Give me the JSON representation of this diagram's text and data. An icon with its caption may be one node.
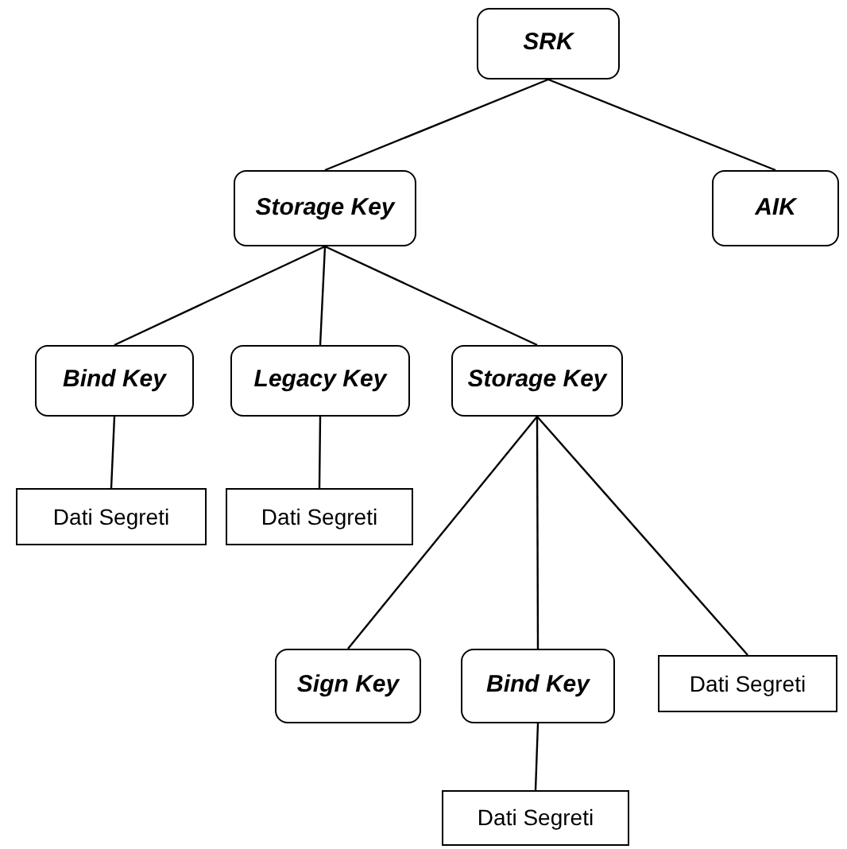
{
  "diagram": {
    "nodes": [
      {
        "text": [
          "SRK"
        ]
      },
      {
        "text": [
          "Storage Key"
        ]
      },
      {
        "text": [
          "AIK"
        ]
      },
      {
        "text": [
          "Bind Key"
        ]
      },
      {
        "text": [
          "Legacy Key"
        ]
      },
      {
        "text": [
          "Storage Key"
        ]
      },
      {
        "text": [
          "Dati Segreti"
        ]
      },
      {
        "text": [
          "Dati Segreti"
        ]
      },
      {
        "text": [
          "Sign Key"
        ]
      },
      {
        "text": [
          "Bind Key"
        ]
      },
      {
        "text": [
          "Dati Segreti"
        ]
      },
      {
        "text": [
          "Dati Segreti"
        ]
      }
    ],
    "edges": [
      {
        "from": 0,
        "to": 1,
        "arrow": "none"
      },
      {
        "from": 0,
        "to": 2,
        "arrow": "none"
      },
      {
        "from": 1,
        "to": 3,
        "arrow": "none"
      },
      {
        "from": 1,
        "to": 4,
        "arrow": "none"
      },
      {
        "from": 1,
        "to": 5,
        "arrow": "none"
      },
      {
        "from": 3,
        "to": 6,
        "arrow": "none"
      },
      {
        "from": 4,
        "to": 7,
        "arrow": "none"
      },
      {
        "from": 5,
        "to": 8,
        "arrow": "none"
      },
      {
        "from": 5,
        "to": 9,
        "arrow": "none"
      },
      {
        "from": 5,
        "to": 10,
        "arrow": "none"
      },
      {
        "from": 9,
        "to": 11,
        "arrow": "none"
      }
    ]
  }
}
